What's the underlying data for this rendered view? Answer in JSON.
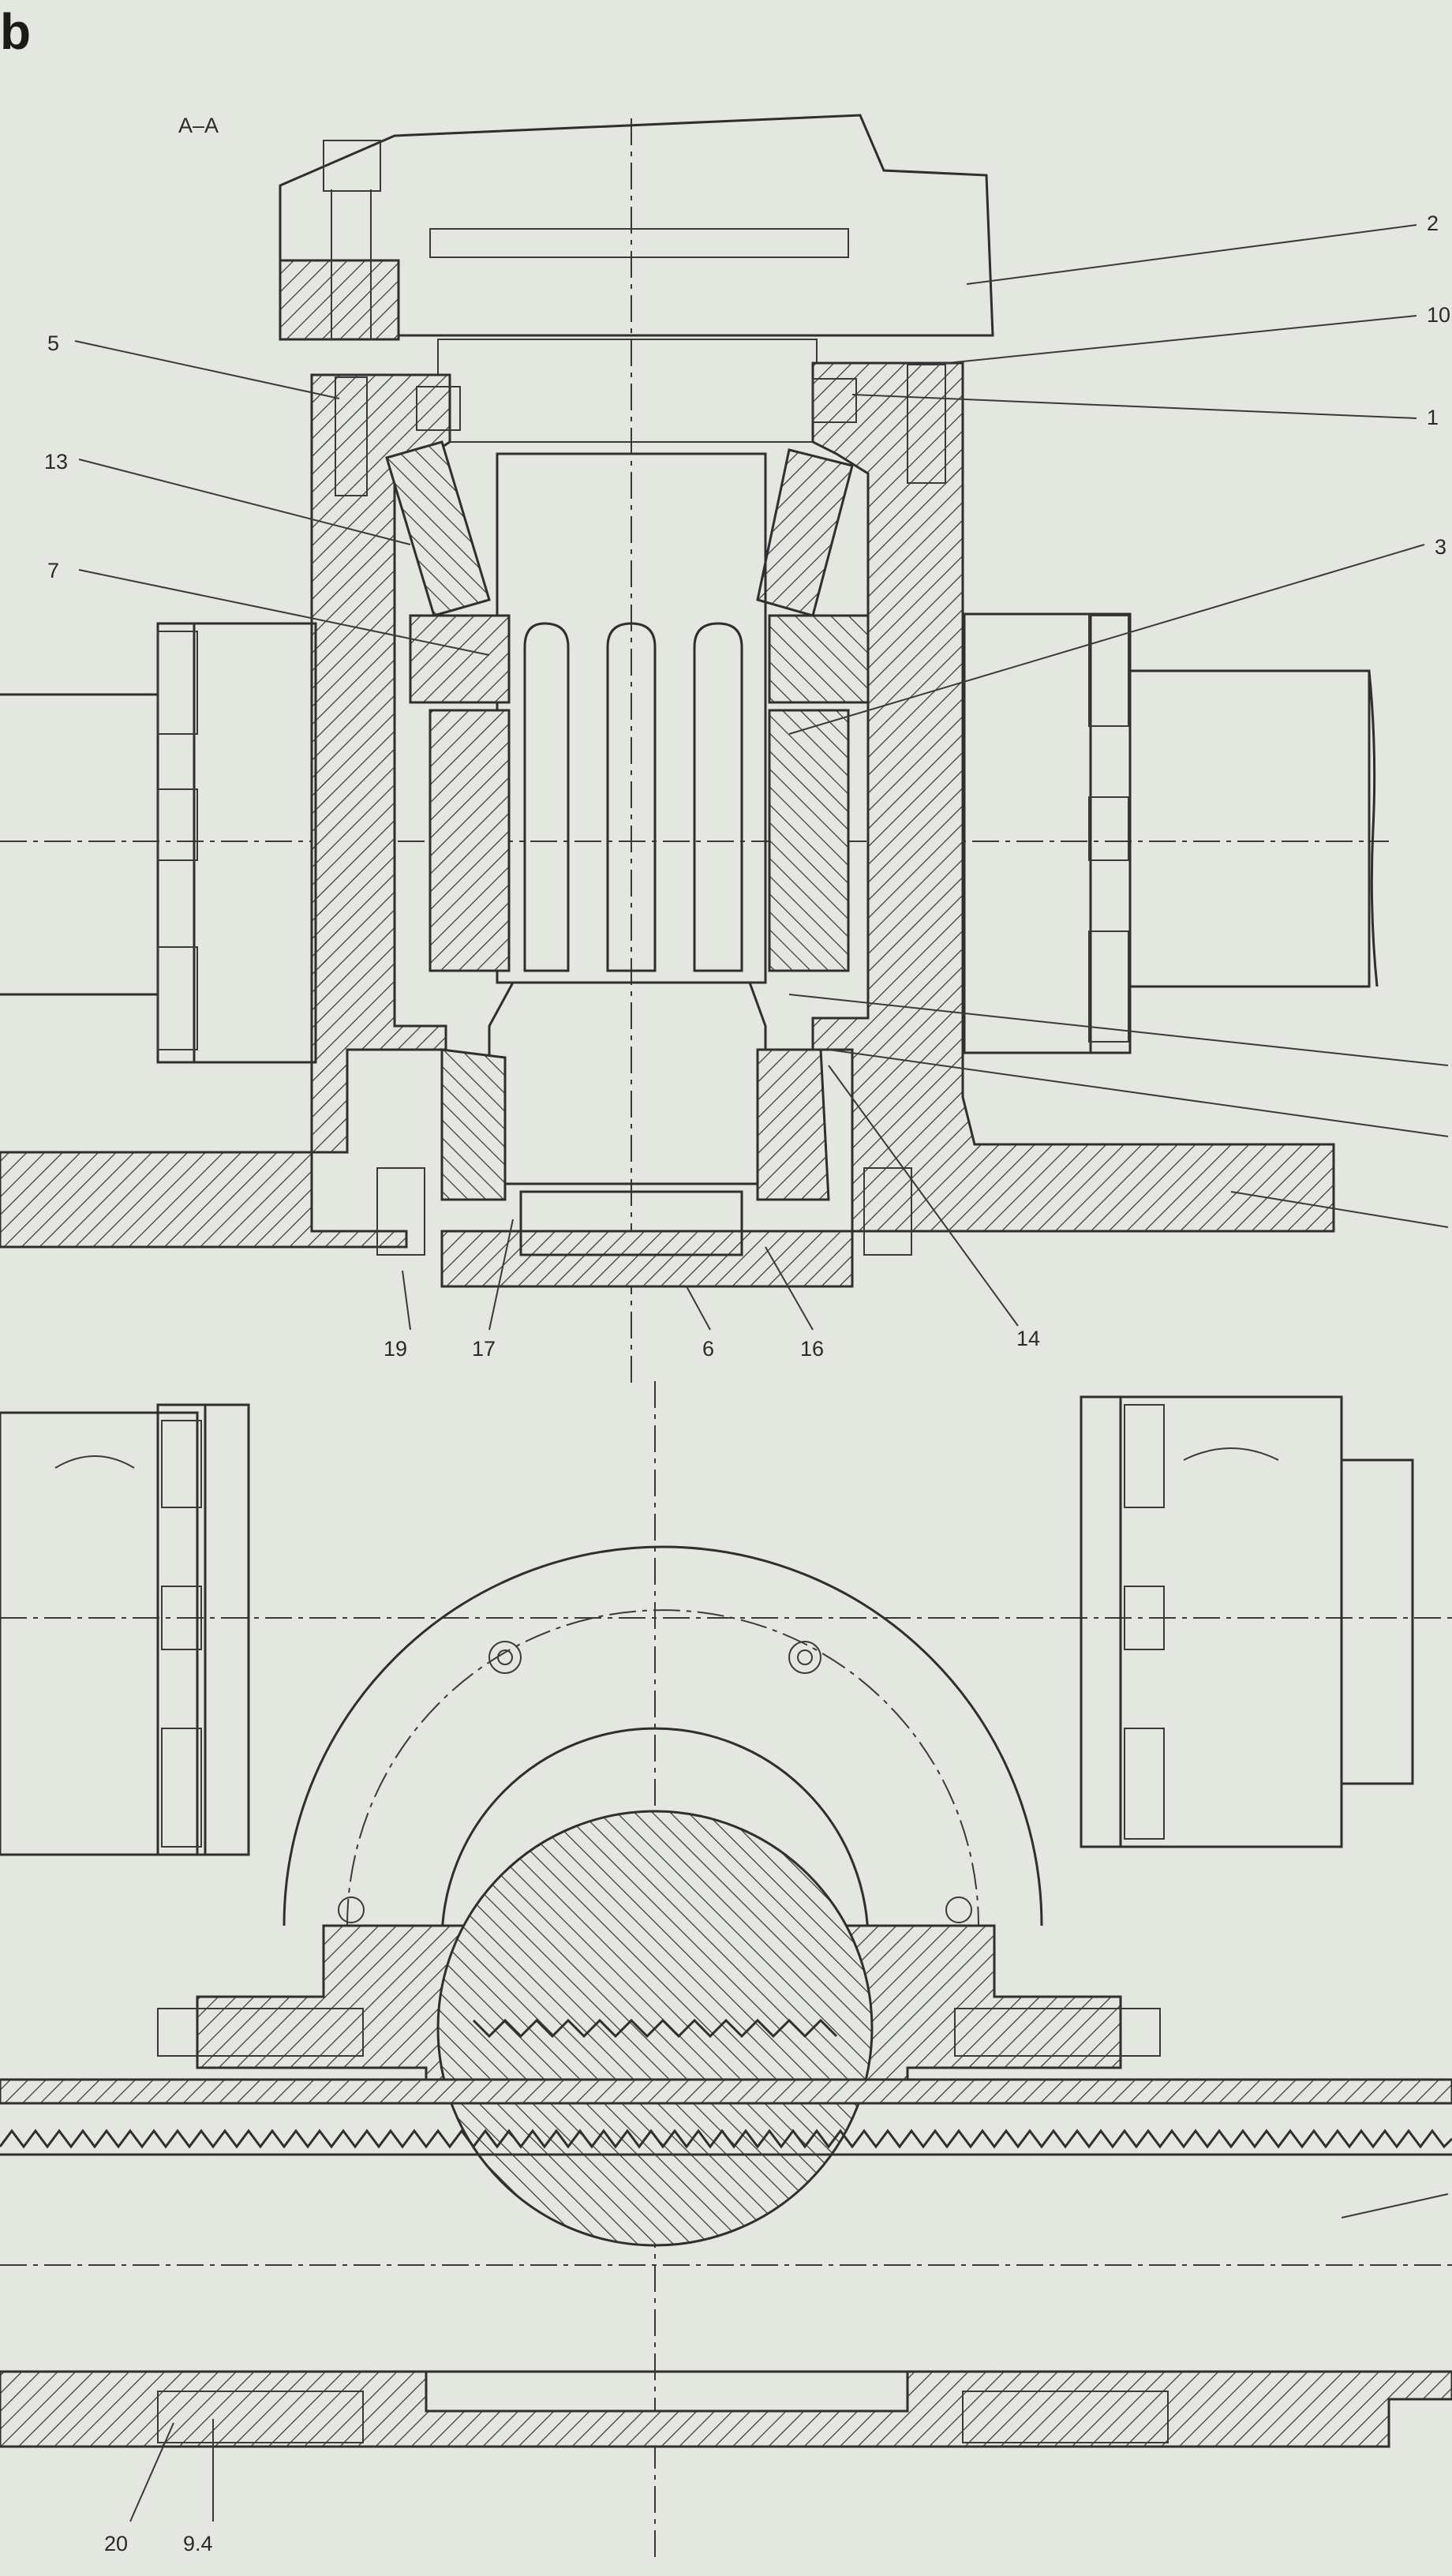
{
  "figure": {
    "panel_letter": "b",
    "section_label": "A–A",
    "callouts_left": [
      "5",
      "13",
      "7"
    ],
    "callouts_right": [
      "2",
      "10",
      "1",
      "3"
    ],
    "callouts_bottom_section": [
      "19",
      "17",
      "6",
      "16",
      "14"
    ],
    "callouts_bottom_view": [
      "20",
      "9.4"
    ]
  },
  "colors": {
    "paper": "#e4e6e0",
    "ink": "#2f2f2f"
  }
}
